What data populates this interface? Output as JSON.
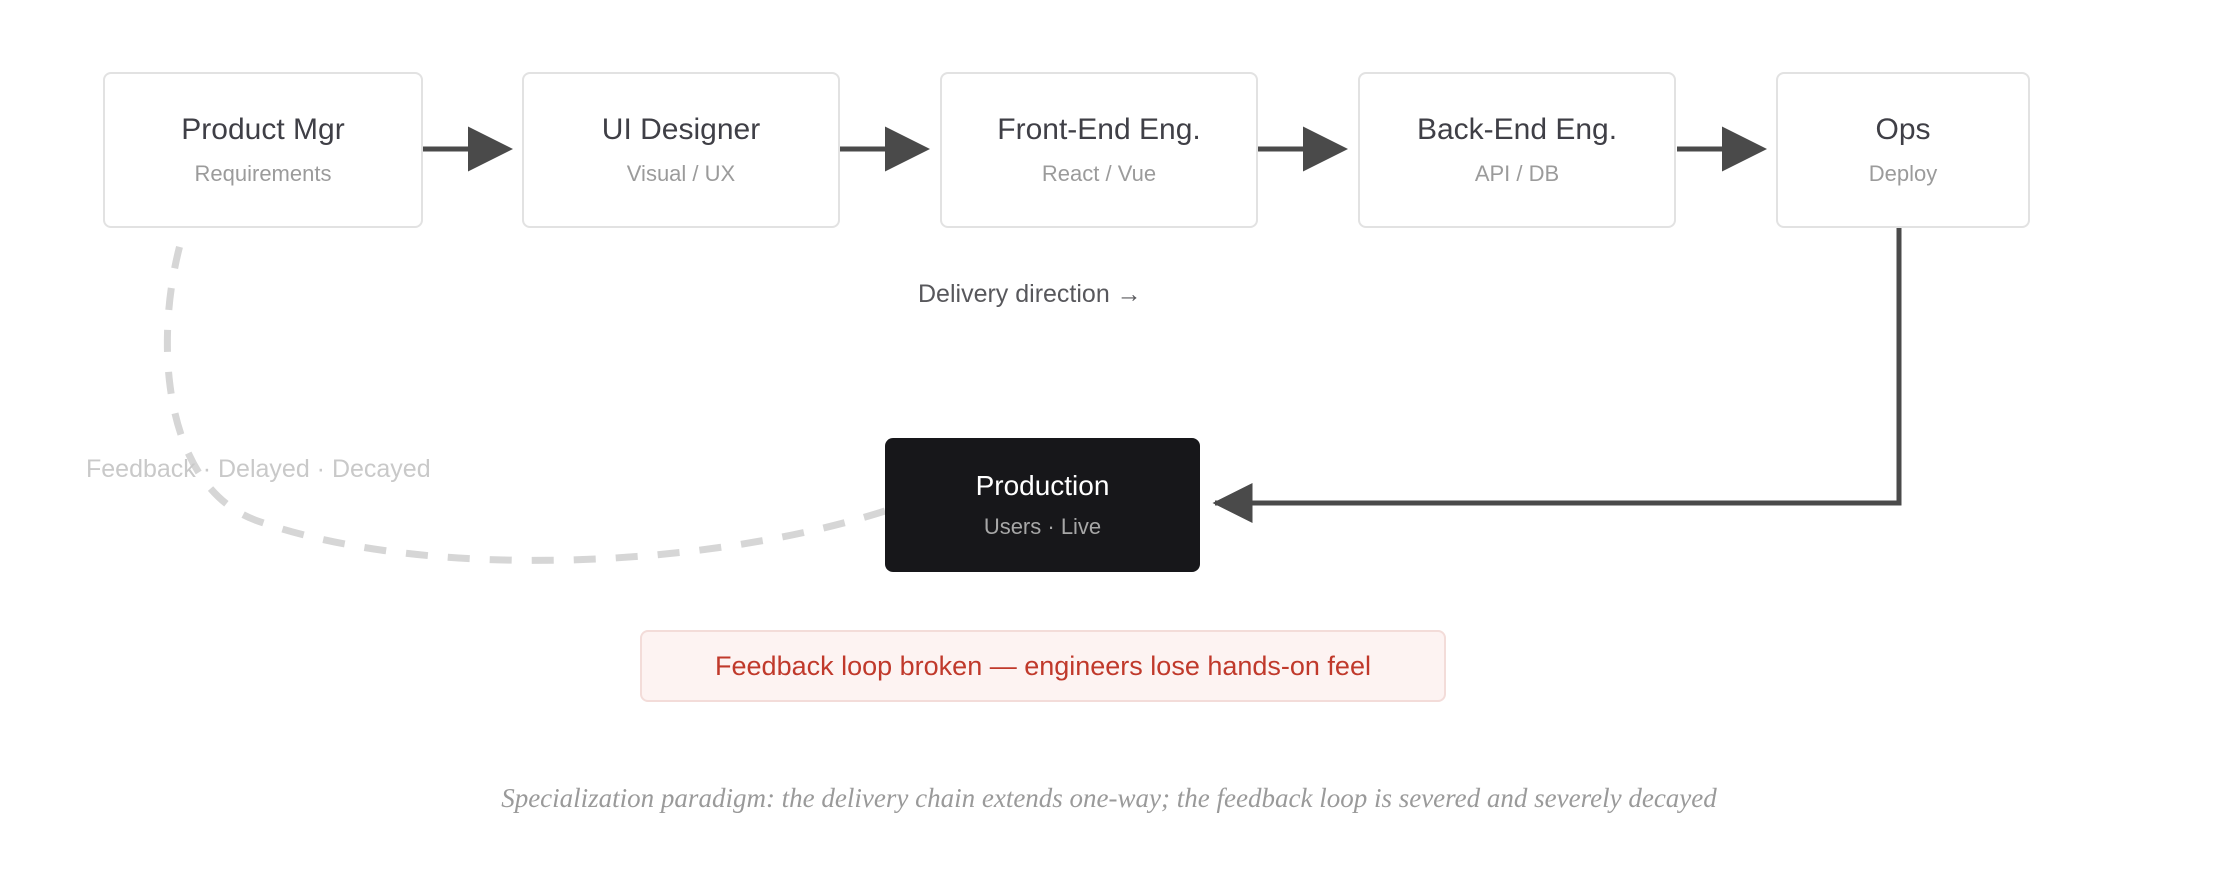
{
  "diagram": {
    "pipeline": {
      "direction_label": "Delivery direction →",
      "stages": [
        {
          "title": "Product Mgr",
          "subtitle": "Requirements"
        },
        {
          "title": "UI Designer",
          "subtitle": "Visual / UX"
        },
        {
          "title": "Front-End Eng.",
          "subtitle": "React / Vue"
        },
        {
          "title": "Back-End Eng.",
          "subtitle": "API / DB"
        },
        {
          "title": "Ops",
          "subtitle": "Deploy"
        }
      ]
    },
    "production": {
      "title": "Production",
      "subtitle": "Users · Live"
    },
    "feedback": {
      "path_label": "Feedback · Delayed · Decayed"
    },
    "banner": {
      "text": "Feedback loop broken — engineers lose hands-on feel"
    },
    "caption": {
      "text": "Specialization paradigm: the delivery chain extends one-way; the feedback loop is severed and severely decayed"
    },
    "colors": {
      "background": "#ffffff",
      "box_border": "#e2e2e2",
      "box_fill": "#ffffff",
      "title_text": "#3f3f46",
      "subtitle_text": "#9b9b9b",
      "arrow": "#4a4a4a",
      "production_fill": "#17171a",
      "production_title": "#ffffff",
      "production_subtitle": "#a7a7a7",
      "feedback_dashed": "#d6d6d6",
      "banner_fill": "#fdf3f2",
      "banner_border": "#f3dcd9",
      "banner_text": "#c0392b",
      "caption_text": "#9a9a9a"
    }
  }
}
